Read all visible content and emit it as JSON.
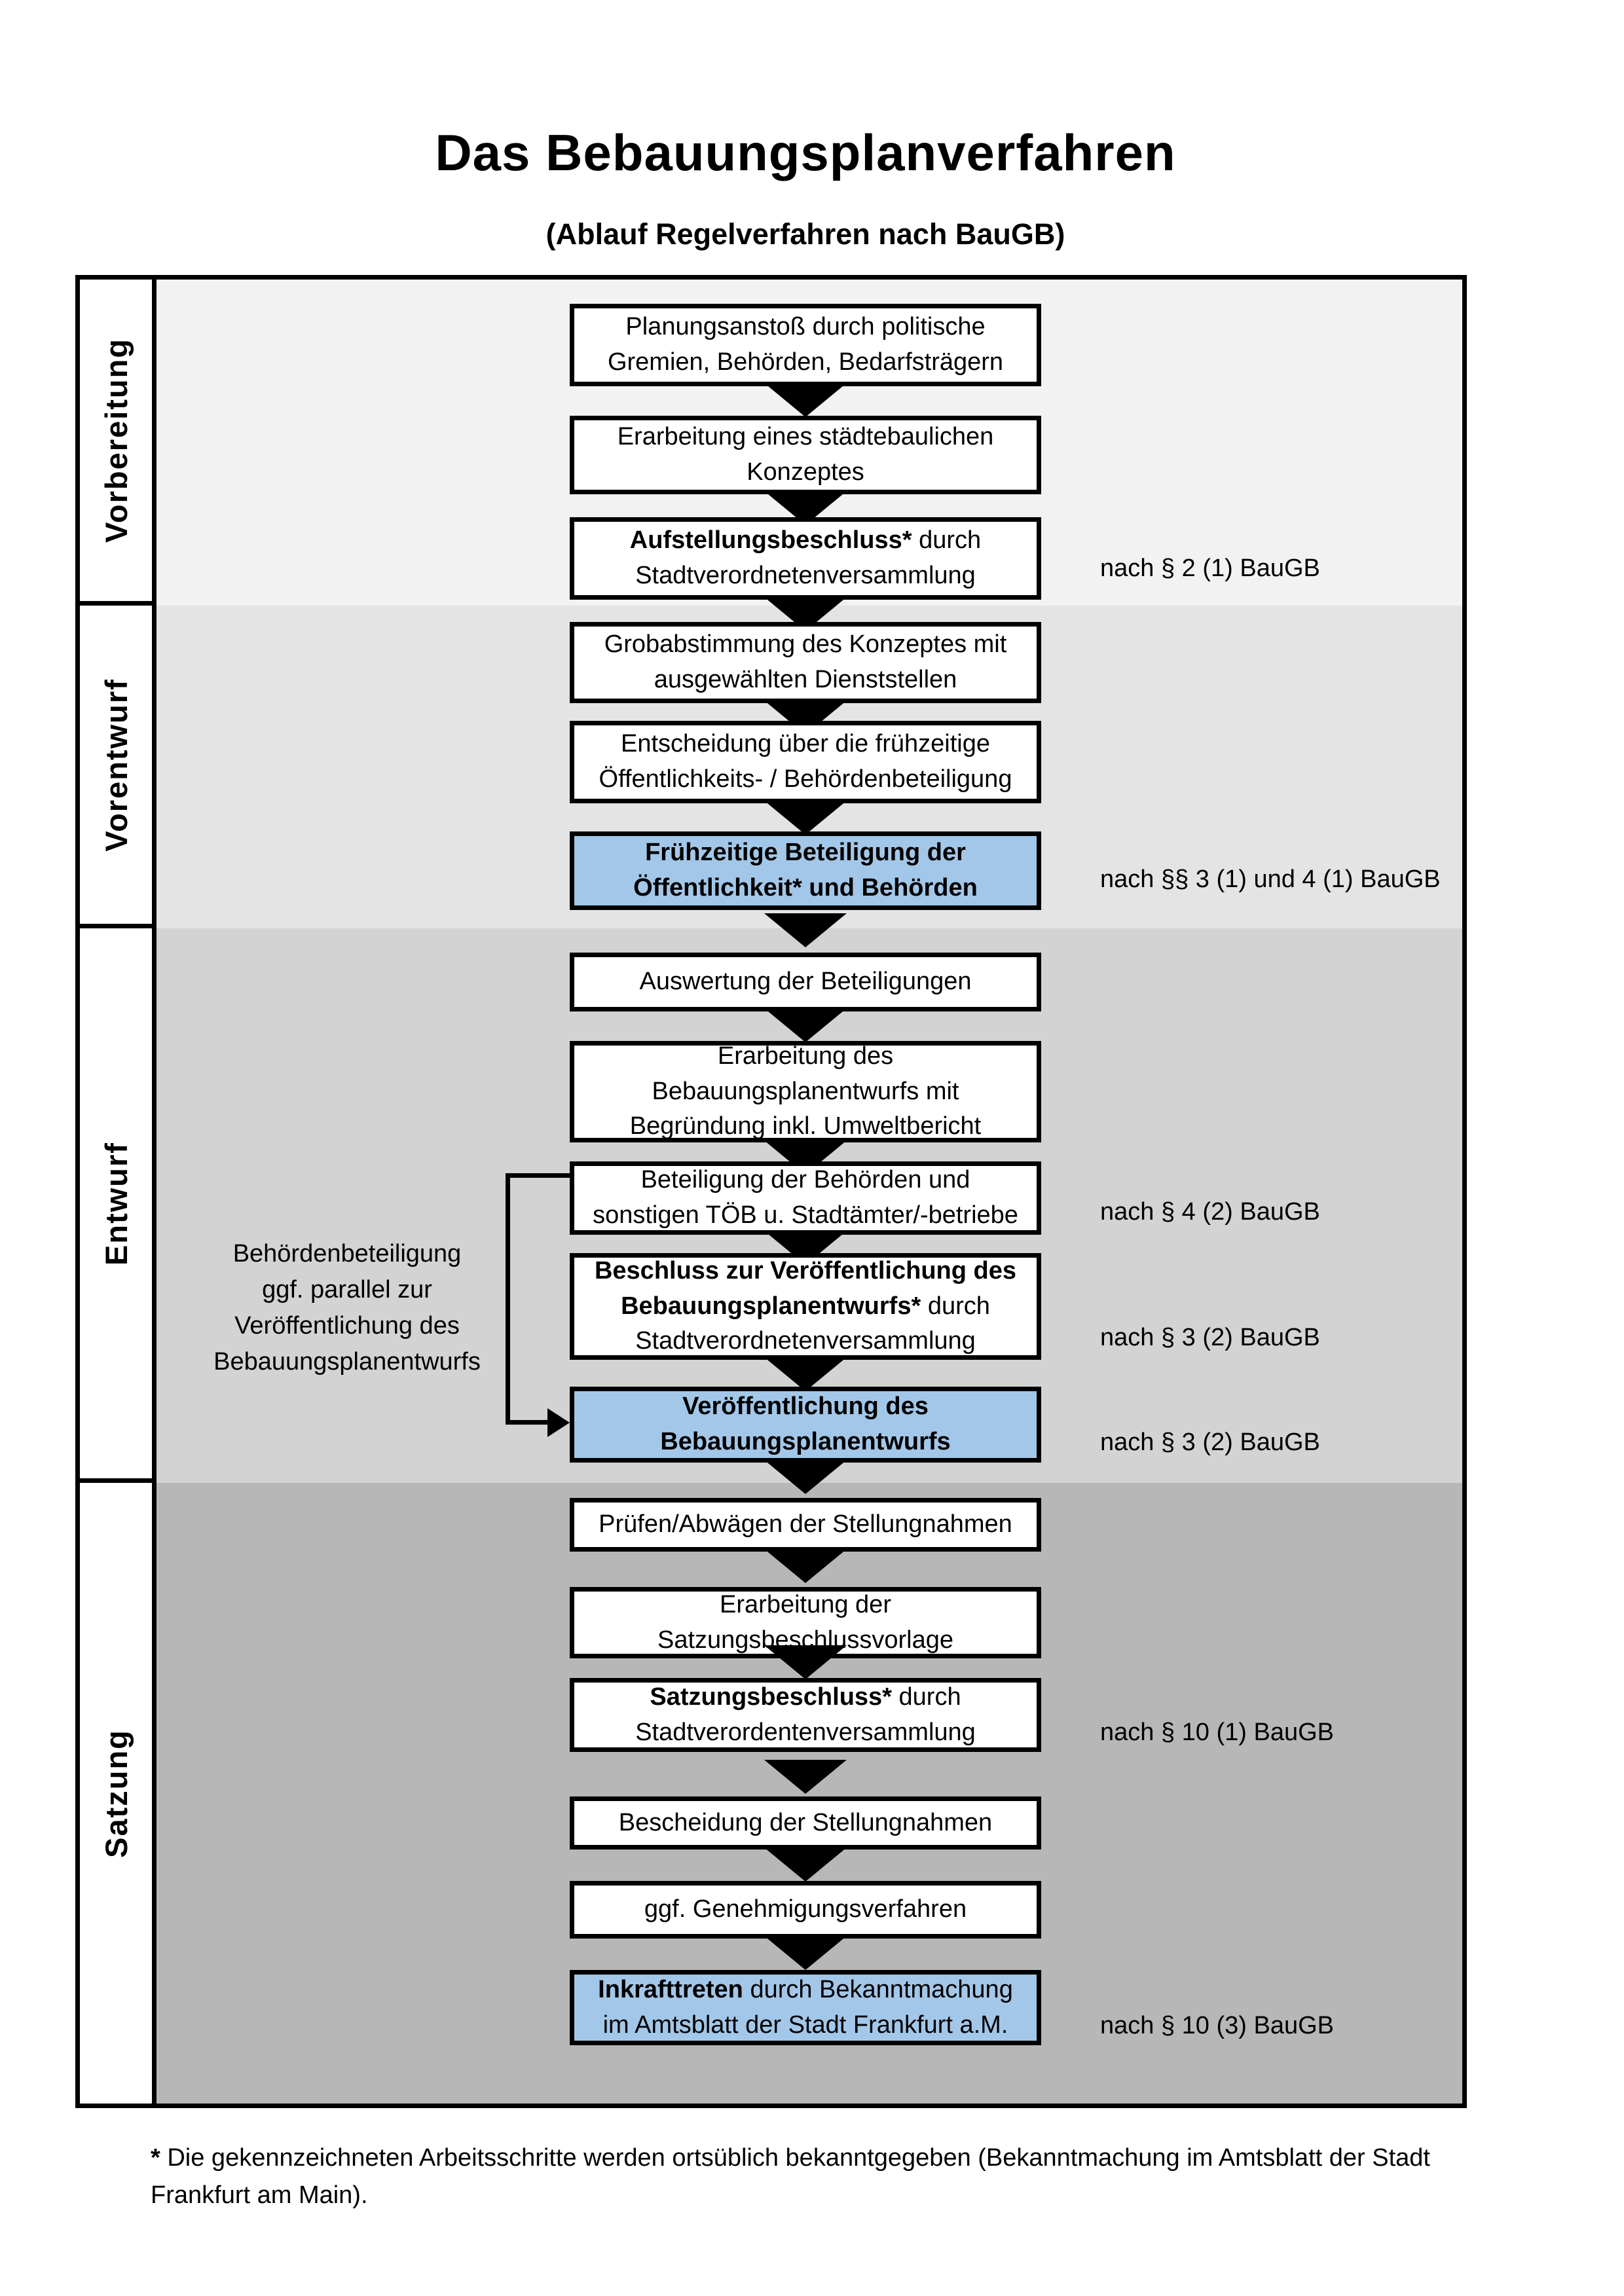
{
  "title": "Das Bebauungsplanverfahren",
  "subtitle": "(Ablauf Regelverfahren nach BauGB)",
  "sidebar": {
    "phase1": "Vorbereitung",
    "phase2": "Vorentwurf",
    "phase3": "Entwurf",
    "phase4": "Satzung"
  },
  "boxes": {
    "planungsanstoss": {
      "l1": "Planungsanstoß durch politische",
      "l2": "Gremien, Behörden, Bedarfsträgern"
    },
    "konzept": {
      "l1": "Erarbeitung eines städtebaulichen",
      "l2": "Konzeptes"
    },
    "aufstellungsbeschluss": {
      "l1_bold": "Aufstellungsbeschluss*",
      "l1_rest": " durch",
      "l2": "Stadtverordnetenversammlung"
    },
    "grobabstimmung": {
      "l1": "Grobabstimmung des Konzeptes mit",
      "l2": "ausgewählten Dienststellen"
    },
    "entscheidung": {
      "l1": "Entscheidung über die frühzeitige",
      "l2": "Öffentlichkeits- / Behördenbeteiligung"
    },
    "fruehzeitige_beteiligung": {
      "l1": "Frühzeitige Beteiligung der",
      "l2": "Öffentlichkeit* und Behörden"
    },
    "auswertung": {
      "l1": "Auswertung der Beteiligungen"
    },
    "erarbeitung_entwurf": {
      "l1": "Erarbeitung des",
      "l2": "Bebauungsplanentwurfs mit",
      "l3": "Begründung inkl. Umweltbericht"
    },
    "beteiligung_behoerden": {
      "l1": "Beteiligung der Behörden und",
      "l2": "sonstigen TÖB u. Stadtämter/-betriebe"
    },
    "beschluss_veroeffentlichung": {
      "l1_bold": "Beschluss zur Veröffentlichung des",
      "l2_bold": "Bebauungsplanentwurfs*",
      "l2_rest": " durch",
      "l3": "Stadtverordnetenversammlung"
    },
    "veroeffentlichung": {
      "l1": "Veröffentlichung des",
      "l2": "Bebauungsplanentwurfs"
    },
    "pruefen": {
      "l1": "Prüfen/Abwägen der Stellungnahmen"
    },
    "satzungsvorlage": {
      "l1": "Erarbeitung der",
      "l2": "Satzungsbeschlussvorlage"
    },
    "satzungsbeschluss": {
      "l1_bold": "Satzungsbeschluss*",
      "l1_rest": " durch",
      "l2": "Stadtverordentenversammlung"
    },
    "bescheidung": {
      "l1": "Bescheidung der Stellungnahmen"
    },
    "genehmigung": {
      "l1": "ggf. Genehmigungsverfahren"
    },
    "inkrafttreten": {
      "l1_bold": "Inkrafttreten",
      "l1_rest": " durch Bekanntmachung",
      "l2": "im Amtsblatt der Stadt Frankfurt a.M."
    }
  },
  "legal_refs": {
    "r1": "nach § 2 (1) BauGB",
    "r2": "nach §§ 3 (1) und 4 (1) BauGB",
    "r3": "nach § 4 (2) BauGB",
    "r4": "nach § 3 (2) BauGB",
    "r5": "nach § 3 (2) BauGB",
    "r6": "nach § 10 (1) BauGB",
    "r7": "nach § 10 (3) BauGB"
  },
  "annotation": {
    "l1": "Behördenbeteiligung",
    "l2": "ggf. parallel zur",
    "l3": "Veröffentlichung des",
    "l4": "Bebauungsplanentwurfs"
  },
  "footnote": {
    "marker": "*",
    "text": " Die gekennzeichneten Arbeitsschritte werden ortsüblich bekanntgegeben (Bekanntmachung im Amtsblatt  der Stadt Frankfurt am Main)."
  },
  "colors": {
    "highlight_blue": "#a3c7e8",
    "band1": "#f2f2f2",
    "band2": "#e4e4e4",
    "band3": "#d3d3d3",
    "band4": "#b7b7b7",
    "border_black": "#000000"
  }
}
